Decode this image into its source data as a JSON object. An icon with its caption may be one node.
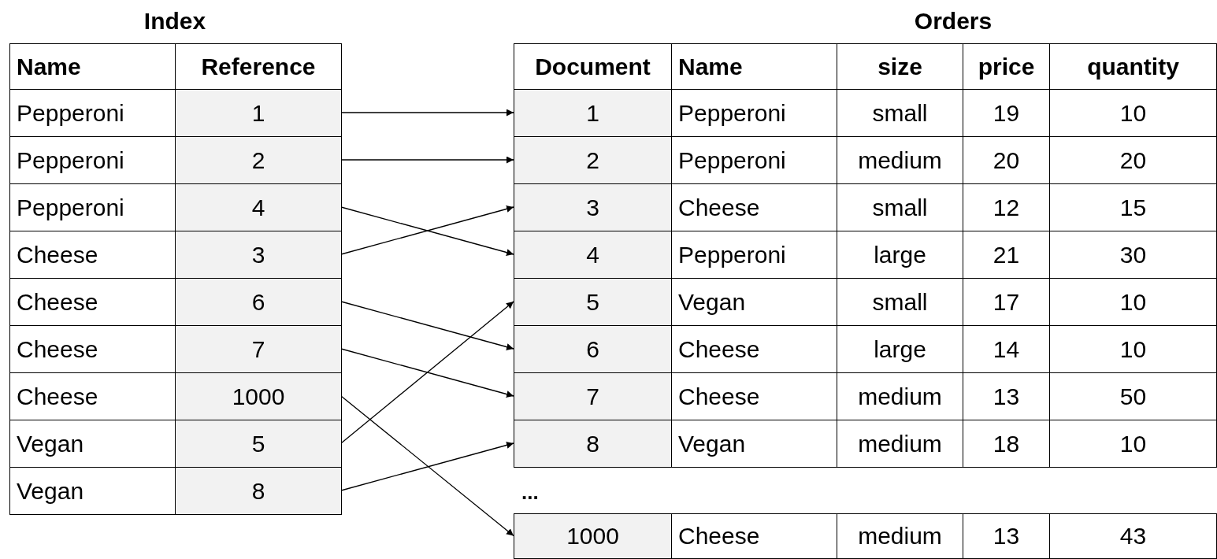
{
  "diagram": {
    "nodes": [
      {
        "text": [
          "Index"
        ]
      },
      {
        "text": [
          "1"
        ],
        "in": 0
      },
      {
        "text": [
          "2"
        ],
        "in": 0
      },
      {
        "text": [
          "4"
        ],
        "in": 0
      },
      {
        "text": [
          "3"
        ],
        "in": 0
      },
      {
        "text": [
          "6"
        ],
        "in": 0
      },
      {
        "text": [
          "7"
        ],
        "in": 0
      },
      {
        "text": [
          "1000"
        ],
        "in": 0
      },
      {
        "text": [
          "5"
        ],
        "in": 0
      },
      {
        "text": [
          "8"
        ],
        "in": 0
      },
      {
        "text": [
          "Orders"
        ]
      },
      {
        "text": [
          "1"
        ],
        "in": 10
      },
      {
        "text": [
          "2"
        ],
        "in": 10
      },
      {
        "text": [
          "3"
        ],
        "in": 10
      },
      {
        "text": [
          "4"
        ],
        "in": 10
      },
      {
        "text": [
          "5"
        ],
        "in": 10
      },
      {
        "text": [
          "6"
        ],
        "in": 10
      },
      {
        "text": [
          "7"
        ],
        "in": 10
      },
      {
        "text": [
          "8"
        ],
        "in": 10
      },
      {
        "text": [
          "1000"
        ]
      }
    ],
    "edges": [
      {
        "from": 1,
        "to": 11,
        "arrow": "to"
      },
      {
        "from": 2,
        "to": 12,
        "arrow": "to"
      },
      {
        "from": 3,
        "to": 14,
        "arrow": "to"
      },
      {
        "from": 4,
        "to": 13,
        "arrow": "to"
      },
      {
        "from": 5,
        "to": 16,
        "arrow": "to"
      },
      {
        "from": 6,
        "to": 17,
        "arrow": "to"
      },
      {
        "from": 7,
        "to": 19,
        "arrow": "to"
      },
      {
        "from": 8,
        "to": 15,
        "arrow": "to"
      },
      {
        "from": 9,
        "to": 18,
        "arrow": "to"
      }
    ],
    "labels": [
      "Name",
      "Reference",
      "Pepperoni",
      "Pepperoni",
      "Pepperoni",
      "Cheese",
      "Cheese",
      "Cheese",
      "Cheese",
      "Vegan",
      "Vegan",
      "Document",
      "Name",
      "size",
      "price",
      "quantity",
      "Pepperoni",
      "small",
      "19",
      "10",
      "Pepperoni",
      "medium",
      "20",
      "20",
      "Cheese",
      "small",
      "12",
      "15",
      "Pepperoni",
      "large",
      "21",
      "30",
      "Vegan",
      "small",
      "17",
      "10",
      "Cheese",
      "large",
      "14",
      "10",
      "Cheese",
      "medium",
      "13",
      "50",
      "Vegan",
      "medium",
      "18",
      "10",
      "...",
      "Cheese",
      "medium",
      "13",
      "43"
    ]
  }
}
